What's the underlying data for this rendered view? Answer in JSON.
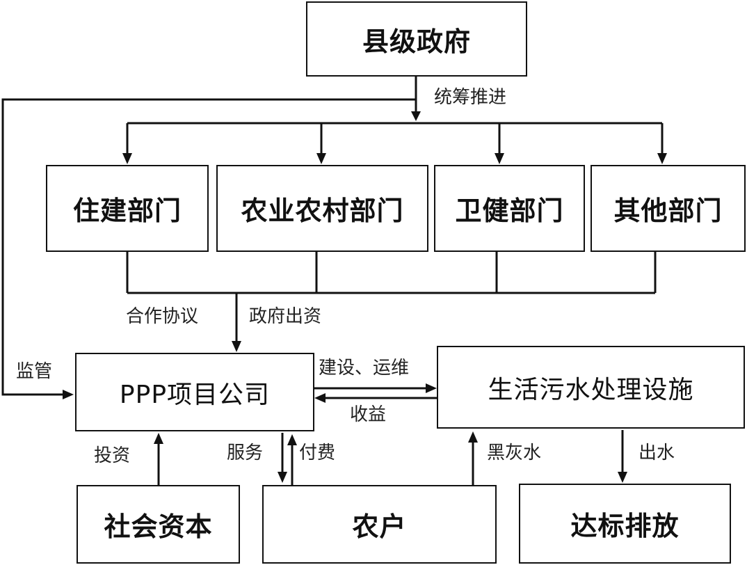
{
  "nodes": {
    "county_gov": "县级政府",
    "housing": "住建部门",
    "agri": "农业农村部门",
    "health": "卫健部门",
    "other": "其他部门",
    "ppp": "PPP项目公司",
    "facility": "生活污水处理设施",
    "capital": "社会资本",
    "household": "农户",
    "discharge": "达标排放"
  },
  "edges": {
    "coordinate": "统筹推进",
    "cooperation": "合作协议",
    "gov_funding": "政府出资",
    "supervise": "监管",
    "build_operate": "建设、运维",
    "revenue": "收益",
    "invest": "投资",
    "service": "服务",
    "payment": "付费",
    "blackgray_water": "黑灰水",
    "outflow": "出水"
  }
}
